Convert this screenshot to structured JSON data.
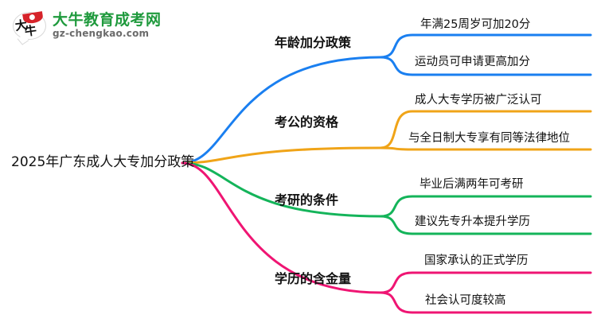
{
  "logo": {
    "mark_icon": "bull-head-in-speech-bubble-icon",
    "title": "大牛教育成考网",
    "subtitle": "gz-chengkao.com",
    "title_color": "#1f9a3d",
    "subtitle_color": "#6b6b6b",
    "accent_color": "#d6232a"
  },
  "mindmap": {
    "root": {
      "label": "2025年广东成人大专加分政策"
    },
    "branches": [
      {
        "label": "年龄加分政策",
        "color": "#1a7ff0",
        "leaves": [
          {
            "label": "年满25周岁可加20分"
          },
          {
            "label": "运动员可申请更高加分"
          }
        ]
      },
      {
        "label": "考公的资格",
        "color": "#f0a418",
        "leaves": [
          {
            "label": "成人大专学历被广泛认可"
          },
          {
            "label": "与全日制大专享有同等法律地位"
          }
        ]
      },
      {
        "label": "考研的条件",
        "color": "#14b45a",
        "leaves": [
          {
            "label": "毕业后满两年可考研"
          },
          {
            "label": "建议先专升本提升学历"
          }
        ]
      },
      {
        "label": "学历的含金量",
        "color": "#ef1573",
        "leaves": [
          {
            "label": "国家承认的正式学历"
          },
          {
            "label": "社会认可度较高"
          }
        ]
      }
    ]
  }
}
